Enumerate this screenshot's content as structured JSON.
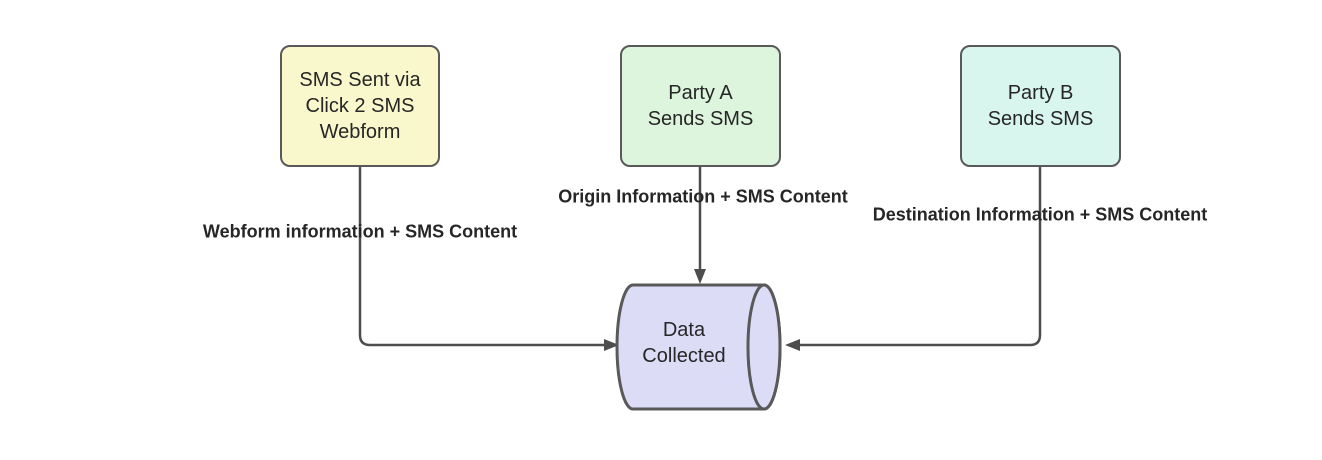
{
  "diagram": {
    "background": "#ffffff",
    "connector_color": "#4d4d4d",
    "nodes": {
      "webform": {
        "shape": "rounded-rectangle",
        "lines": [
          "SMS Sent via",
          "Click 2 SMS",
          "Webform"
        ],
        "fill": "#f9f8cd",
        "border": "#595959"
      },
      "party_a": {
        "shape": "rounded-rectangle",
        "lines": [
          "Party A",
          "Sends SMS"
        ],
        "fill": "#dcf5dc",
        "border": "#595959"
      },
      "party_b": {
        "shape": "rounded-rectangle",
        "lines": [
          "Party B",
          "Sends SMS"
        ],
        "fill": "#d8f5ee",
        "border": "#595959"
      },
      "data_collected": {
        "shape": "horizontal-cylinder",
        "lines": [
          "Data",
          "Collected"
        ],
        "fill": "#dcdcf7",
        "border": "#595959"
      }
    },
    "edges": [
      {
        "from": "webform",
        "to": "data_collected",
        "label": "Webform information + SMS Content"
      },
      {
        "from": "party_a",
        "to": "data_collected",
        "label": "Origin Information + SMS Content"
      },
      {
        "from": "party_b",
        "to": "data_collected",
        "label": "Destination Information + SMS Content"
      }
    ]
  }
}
